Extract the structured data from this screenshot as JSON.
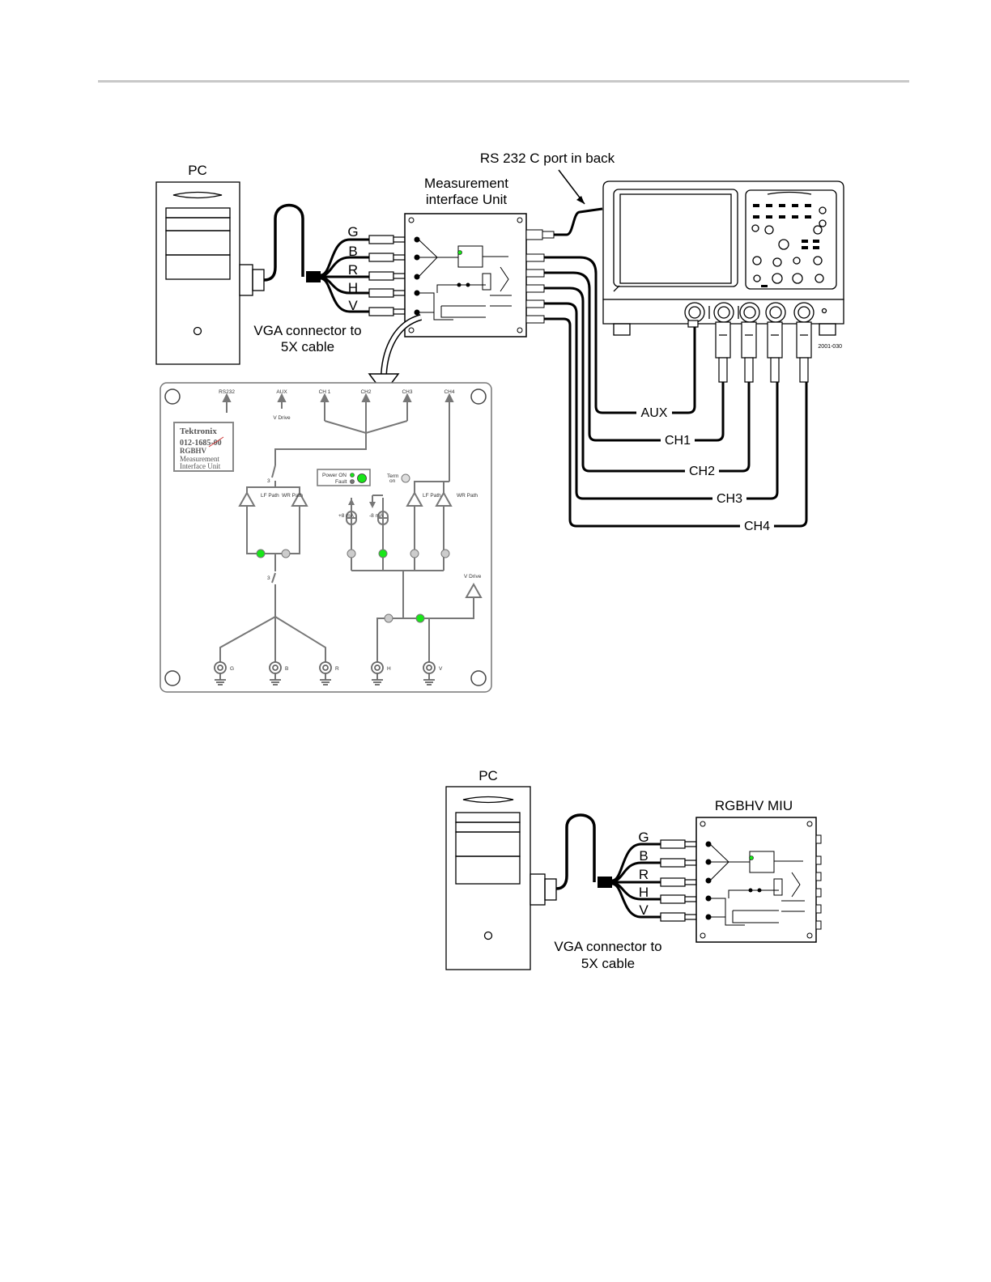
{
  "figure1": {
    "pc_label": "PC",
    "miu_label": "Measurement interface Unit",
    "miu_label_lines": [
      "Measurement",
      "interface Unit"
    ],
    "rs232_label": "RS 232 C port in back",
    "cable_label": "VGA connector to 5X cable",
    "cable_label_lines": [
      "VGA connector to",
      "5X cable"
    ],
    "signal_lines": [
      "G",
      "B",
      "R",
      "H",
      "V"
    ],
    "channel_labels": [
      "AUX",
      "CH1",
      "CH2",
      "CH3",
      "CH4"
    ],
    "scope_id": "2001-030"
  },
  "board": {
    "top_ports": [
      "RS232",
      "AUX",
      "CH 1",
      "CH2",
      "CH3",
      "CH4"
    ],
    "v_drive_top": "V Drive",
    "brand": "Tektronix",
    "brand_lines": [
      "012-1685-00",
      "RGBHV",
      "Measurement",
      "Interface Unit"
    ],
    "power_label": "Power ON",
    "fault_label": "Fault",
    "term_label": "Term",
    "term_sub": "on",
    "lf_path": "LF Path",
    "wr_path": "WR Path",
    "plus8ma": "+8 mA",
    "minus8ma": "-8 mA",
    "v_drive_right": "V Drive",
    "switch_mark": "3",
    "bottom_connectors": [
      "G",
      "B",
      "R",
      "H",
      "V"
    ]
  },
  "figure2": {
    "pc_label": "PC",
    "miu_label": "RGBHV MIU",
    "cable_label": "VGA connector to 5X cable",
    "cable_label_lines": [
      "VGA connector to",
      "5X cable"
    ],
    "signal_lines": [
      "G",
      "B",
      "R",
      "H",
      "V"
    ]
  },
  "colors": {
    "led_on": "#19e619",
    "led_off": "#cccccc",
    "board_line": "#777777"
  }
}
